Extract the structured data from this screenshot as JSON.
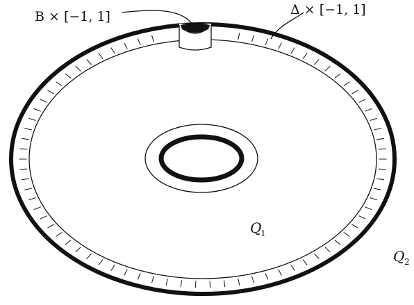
{
  "labels": {
    "b_label": "B × [−1, 1]",
    "delta_label": "Δ × [−1, 1]",
    "q1_label": "Q",
    "q1_sub": "1",
    "q2_label": "Q",
    "q2_sub": "2"
  }
}
